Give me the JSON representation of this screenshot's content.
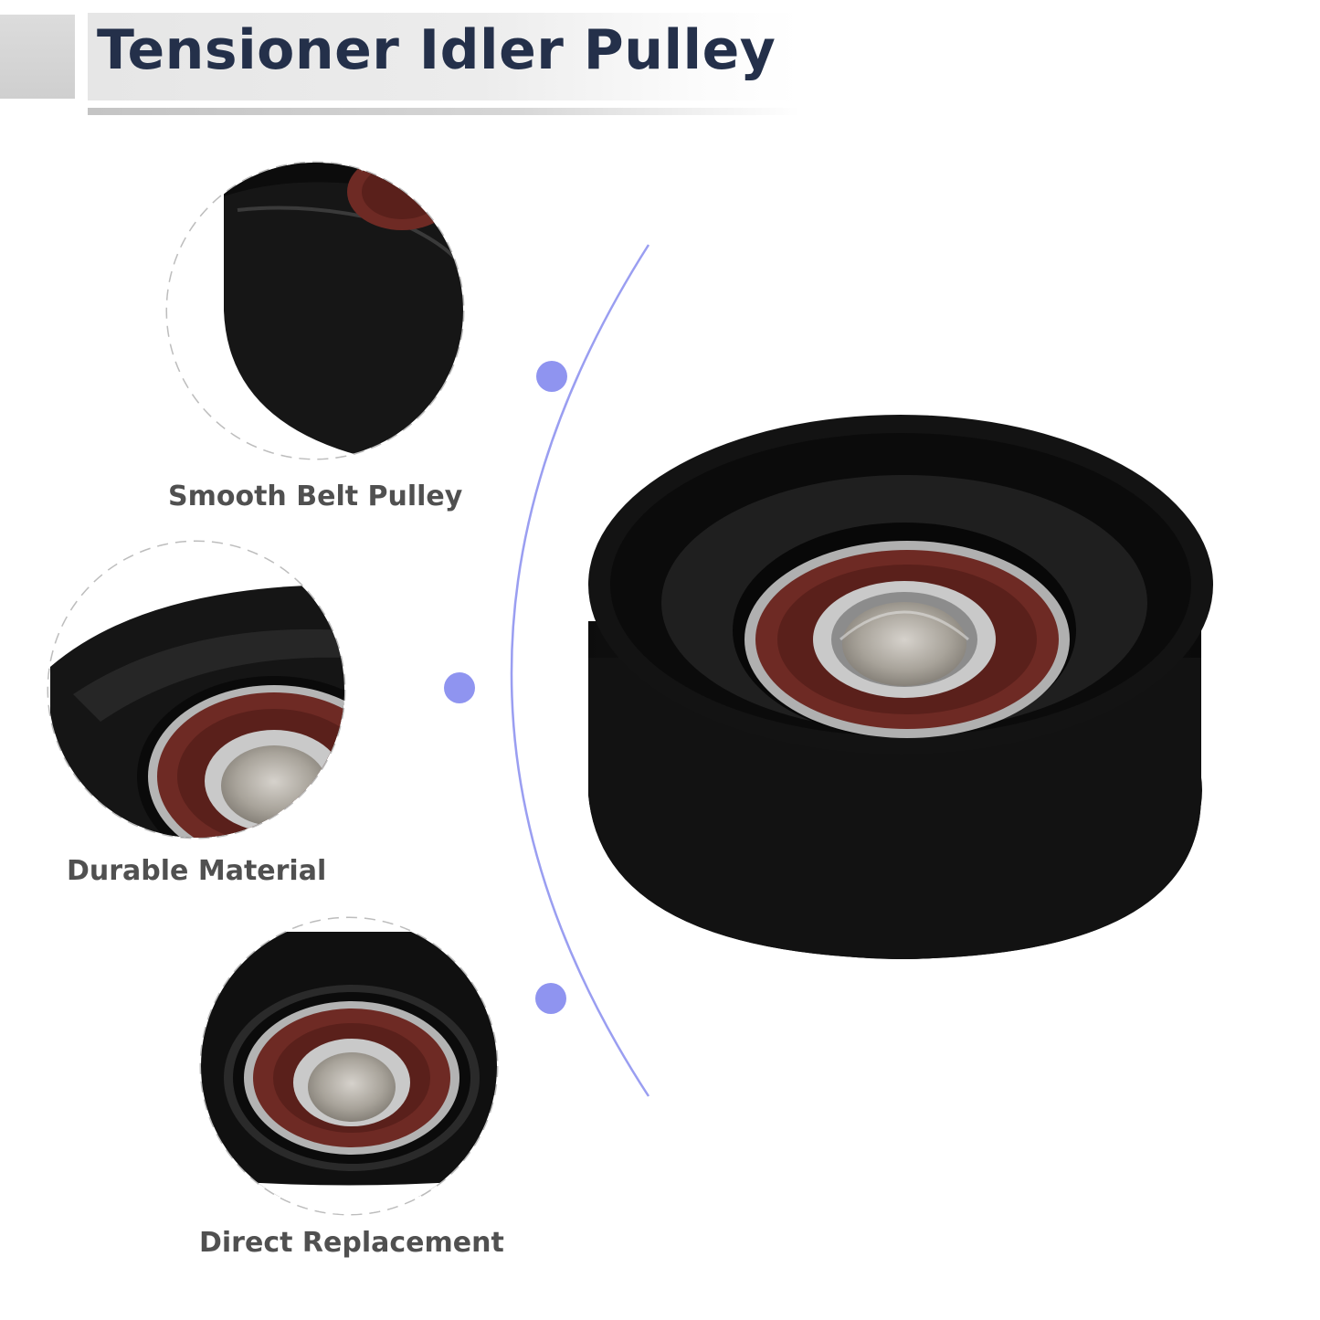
{
  "header": {
    "title": "Tensioner Idler Pulley"
  },
  "features": [
    {
      "label": "Smooth Belt Pulley",
      "icon": "pulley-rim-closeup"
    },
    {
      "label": "Durable Material",
      "icon": "pulley-bearing-closeup"
    },
    {
      "label": "Direct Replacement",
      "icon": "pulley-front-closeup"
    }
  ],
  "colors": {
    "title": "#24304a",
    "label": "#505050",
    "accent_line": "#8f94f0",
    "accent_dot": "#8f94f0",
    "pulley_body": "#141414",
    "bearing_seal": "#6e2a24",
    "bearing_steel": "#b9b9b9"
  }
}
